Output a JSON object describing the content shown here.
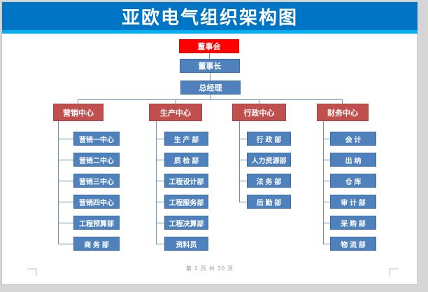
{
  "page": {
    "title": "亚欧电气组织架构图",
    "footer": "第 3 页 共 30 页",
    "colors": {
      "banner": "#0074C5",
      "banner_strip": "#00B0F0",
      "root_box": "#FE0000",
      "center_box": "#C0504D",
      "dept_box": "#4F81BD",
      "connector": "#6E8FB0"
    }
  },
  "tree": {
    "root": "董事会",
    "level2": "董事长",
    "level3": "总经理",
    "columns": [
      {
        "label": "营销中心",
        "children": [
          "营销一中心",
          "营销二中心",
          "营销三中心",
          "营销四中心",
          "工程预算部",
          "商 务 部"
        ]
      },
      {
        "label": "生产中心",
        "children": [
          "生 产 部",
          "质 检 部",
          "工程设计部",
          "工程服务部",
          "工程决算部",
          "资料员"
        ]
      },
      {
        "label": "行政中心",
        "children": [
          "行 政 部",
          "人力资源部",
          "法 务 部",
          "后 勤 部"
        ]
      },
      {
        "label": "财务中心",
        "children": [
          "会 计",
          "出 纳",
          "仓 库",
          "审 计 部",
          "采 购 部",
          "物 流 部"
        ]
      }
    ]
  }
}
